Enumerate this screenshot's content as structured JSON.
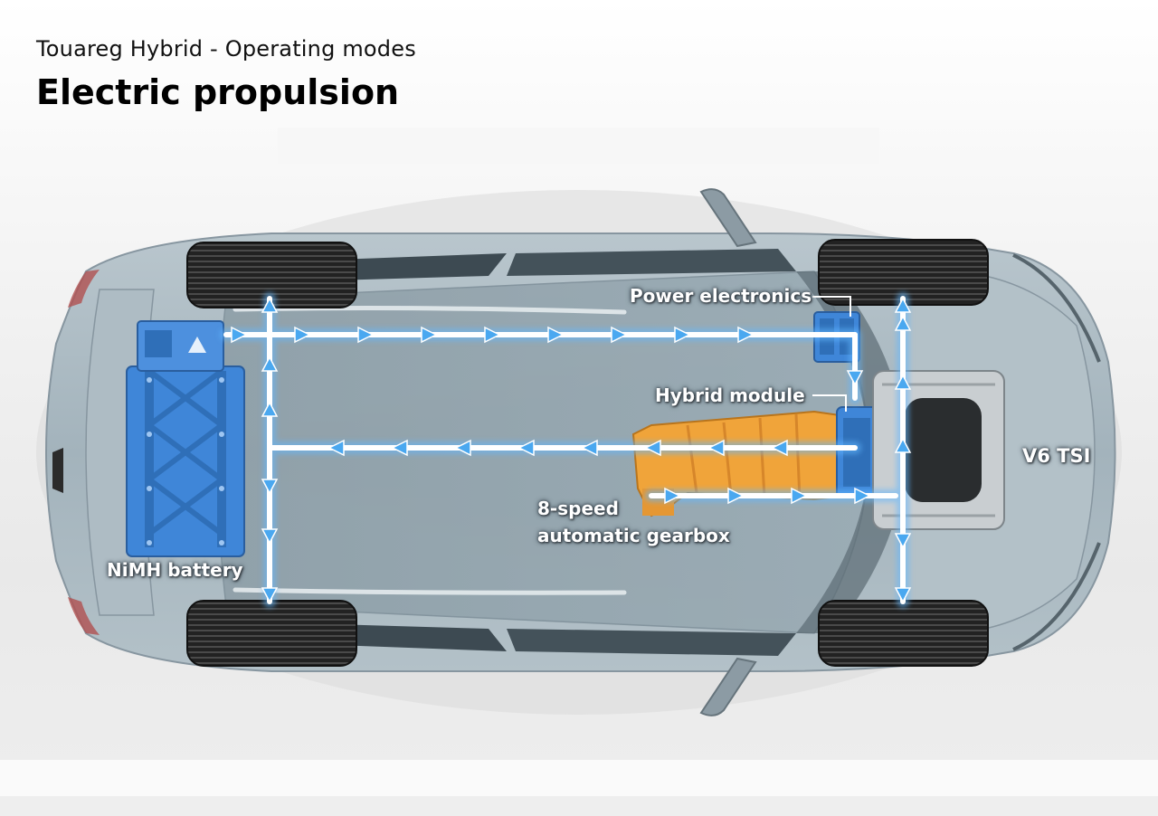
{
  "header": {
    "subtitle": "Touareg Hybrid - Operating modes",
    "title": "Electric propulsion"
  },
  "labels": {
    "power_electronics": "Power electronics",
    "hybrid_module": "Hybrid module",
    "gearbox_line1": "8-speed",
    "gearbox_line2": "automatic gearbox",
    "engine": "V6 TSI",
    "battery": "NiMH battery"
  },
  "colors": {
    "body": "#9fb1bc",
    "battery": "#3f86d8",
    "gearbox": "#f0a43a",
    "flow": "#ffffff",
    "flow_glow": "#62b8ff"
  }
}
